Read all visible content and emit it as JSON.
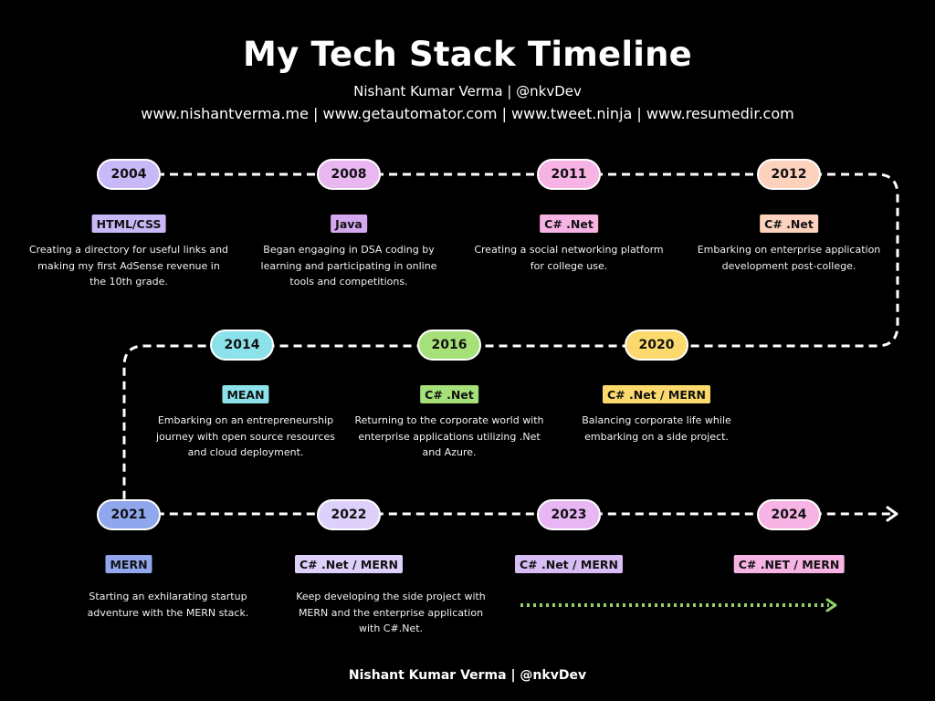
{
  "header": {
    "title": "My Tech Stack Timeline",
    "author": "Nishant Kumar Verma | @nkvDev",
    "links": "www.nishantverma.me | www.getautomator.com | www.tweet.ninja | www.resumedir.com"
  },
  "footer": {
    "text": "Nishant Kumar Verma | @nkvDev"
  },
  "timeline": [
    {
      "year": "2004",
      "tech": "HTML/CSS",
      "desc": "Creating a directory for useful links and making my first AdSense revenue in the 10th grade.",
      "node_color": "#c9b8f8",
      "tag_color": "#c9b8f8"
    },
    {
      "year": "2008",
      "tech": "Java",
      "desc": "Began engaging in DSA coding by learning and participating in online tools and competitions.",
      "node_color": "#e9b6f2",
      "tag_color": "#d4a8ee"
    },
    {
      "year": "2011",
      "tech": "C# .Net",
      "desc": "Creating a social networking platform for college use.",
      "node_color": "#f6b3e4",
      "tag_color": "#f6b3e4"
    },
    {
      "year": "2012",
      "tech": "C# .Net",
      "desc": "Embarking on enterprise application development post-college.",
      "node_color": "#fcd2bd",
      "tag_color": "#fcd2bd"
    },
    {
      "year": "2014",
      "tech": "MEAN",
      "desc": "Embarking on an entrepreneurship journey with open source resources and cloud deployment.",
      "node_color": "#8be2ea",
      "tag_color": "#8be2ea"
    },
    {
      "year": "2016",
      "tech": "C# .Net",
      "desc": "Returning to the corporate world with enterprise applications utilizing .Net and Azure.",
      "node_color": "#a5e078",
      "tag_color": "#a5e078"
    },
    {
      "year": "2020",
      "tech": "C# .Net / MERN",
      "desc": "Balancing corporate life while embarking on a side project.",
      "node_color": "#fbd96c",
      "tag_color": "#fbd96c"
    },
    {
      "year": "2021",
      "tech": "MERN",
      "desc": "Starting an exhilarating startup adventure with the MERN stack.",
      "node_color": "#90a7ee",
      "tag_color": "#90a7ee"
    },
    {
      "year": "2022",
      "tech": "C# .Net / MERN",
      "desc": "Keep developing the side project with MERN  and the enterprise application with C#.Net.",
      "node_color": "#ddd0fb",
      "tag_color": "#ddd0fb"
    },
    {
      "year": "2023",
      "tech": "C# .Net / MERN",
      "desc": "",
      "node_color": "#e8b6f3",
      "tag_color": "#d8bdf4"
    },
    {
      "year": "2024",
      "tech": "C# .NET / MERN",
      "desc": "",
      "node_color": "#f6b3e4",
      "tag_color": "#f6b3e4"
    }
  ],
  "colors": {
    "path": "#ffffff",
    "future_arrow": "#8fd16b",
    "background": "#000000"
  }
}
